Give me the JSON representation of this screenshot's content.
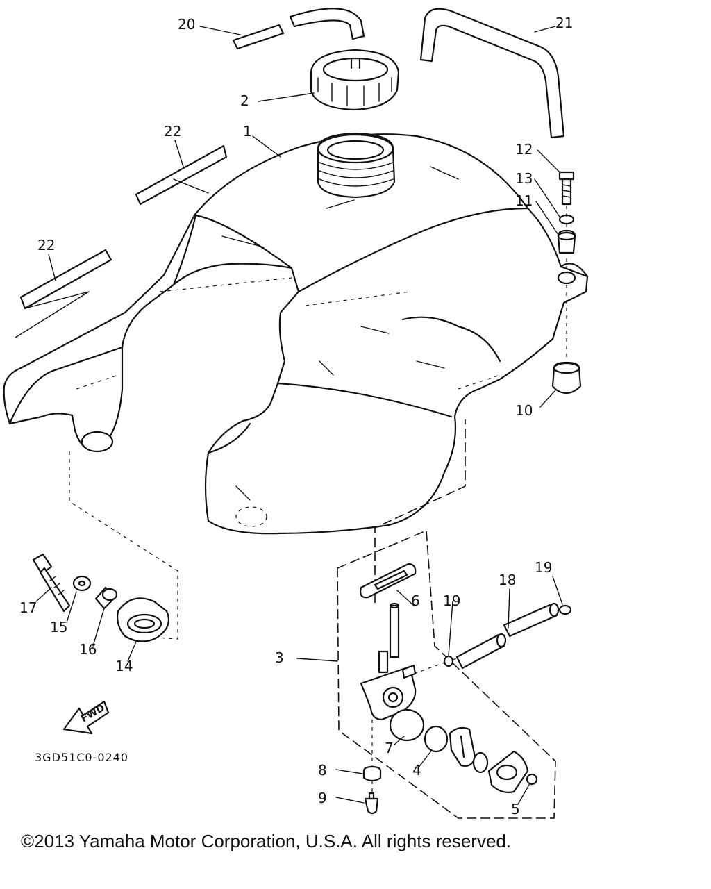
{
  "diagram": {
    "part_labels": {
      "p1": "1",
      "p2": "2",
      "p3": "3",
      "p4": "4",
      "p5": "5",
      "p6": "6",
      "p7": "7",
      "p8": "8",
      "p9": "9",
      "p10": "10",
      "p11": "11",
      "p12": "12",
      "p13": "13",
      "p14": "14",
      "p15": "15",
      "p16": "16",
      "p17": "17",
      "p18": "18",
      "p19a": "19",
      "p19b": "19",
      "p20": "20",
      "p21": "21",
      "p22a": "22",
      "p22b": "22"
    },
    "direction_label": "FWD",
    "drawing_code": "3GD51C0-0240"
  },
  "footer": {
    "copyright": "©2013 Yamaha Motor Corporation, U.S.A. All rights reserved."
  }
}
